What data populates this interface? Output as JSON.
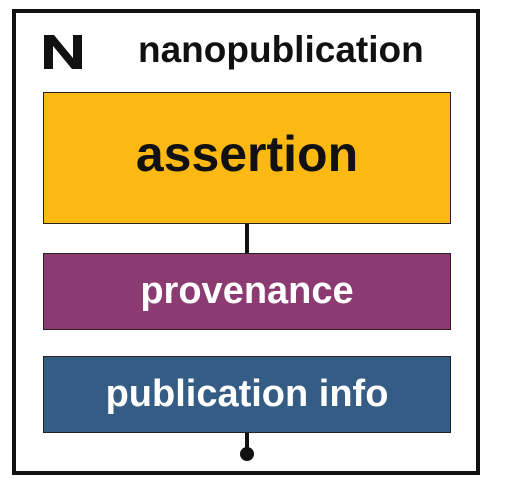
{
  "header": {
    "logo_icon": "nanopub-logo-icon",
    "title": "nanopublication"
  },
  "boxes": {
    "assertion": {
      "label": "assertion",
      "color": "#FDB913"
    },
    "provenance": {
      "label": "provenance",
      "color": "#8B3A72"
    },
    "publication_info": {
      "label": "publication info",
      "color": "#355C84"
    }
  },
  "frame": {
    "border_color": "#111111"
  }
}
